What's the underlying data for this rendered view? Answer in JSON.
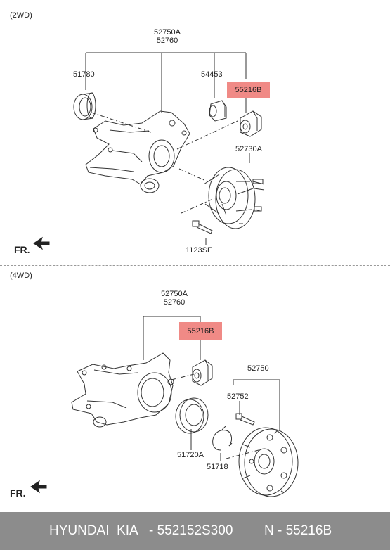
{
  "sections": [
    {
      "title": "(2WD)",
      "labels": {
        "group_a": "52750A",
        "group_b": "52760",
        "p1": "51780",
        "p2": "54453",
        "p3": "55216B",
        "p4": "52730A",
        "p5": "1123SF"
      },
      "direction": "FR."
    },
    {
      "title": "(4WD)",
      "labels": {
        "group_a": "52750A",
        "group_b": "52760",
        "p3": "55216B",
        "p6": "52750",
        "p7": "52752",
        "p8": "51720A",
        "p9": "51718"
      },
      "direction": "FR."
    }
  ],
  "highlight_color": "#f08a86",
  "footer": {
    "brand": "HYUNDAI  KIA",
    "oem_number": "- 552152S300",
    "part_number": "N - 55216B"
  }
}
